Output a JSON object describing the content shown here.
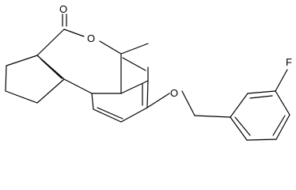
{
  "molecule": {
    "atom_labels": {
      "carbonyl_oxygen": "O",
      "ring_oxygen": "O",
      "ether_oxygen": "O",
      "fluorine": "F"
    },
    "substituents": [
      "methyl",
      "3-fluorobenzyloxy"
    ]
  },
  "colors": {
    "bond": "#000000",
    "label": "#000000",
    "background": "#ffffff"
  }
}
